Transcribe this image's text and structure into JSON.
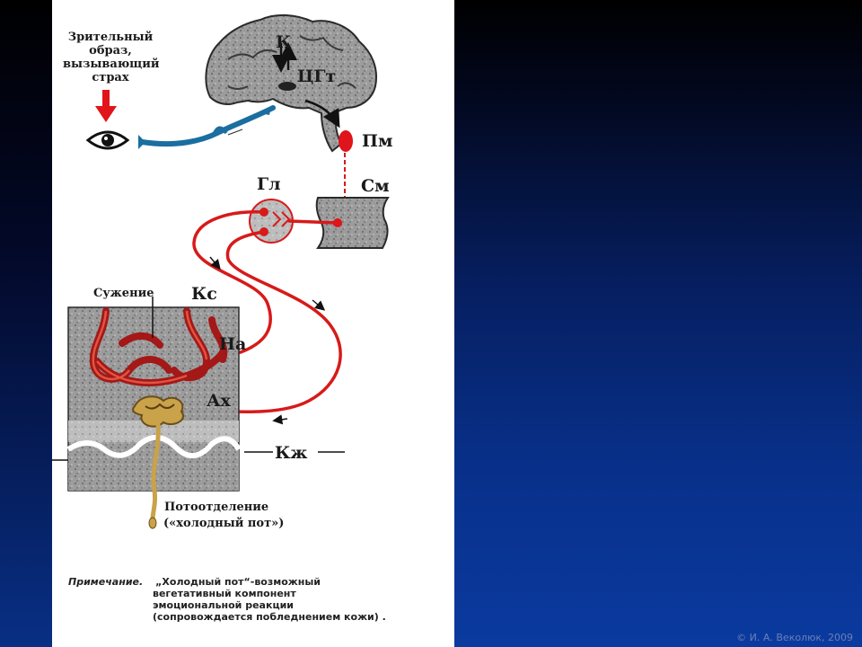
{
  "visual_stimulus": "Зрительный\nобраз,\nвызывающий\nстрах",
  "labels": {
    "cortex": "К",
    "cgt": "ЦГт",
    "pm": "Пм",
    "gl": "Гл",
    "sm": "См",
    "constriction": "Сужение",
    "ks": "Кс",
    "na": "На",
    "ax": "Ах",
    "kzh": "Кж",
    "sweating_line1": "Потоотделение",
    "sweating_line2": "(«холодный пот»)"
  },
  "note": {
    "head": "Примечание.",
    "line1": "„Холодный пот“-возможный",
    "line2": "вегетативный компонент",
    "line3": "эмоциональной  реакции",
    "line4": "(сопровождается побледнением кожи) ."
  },
  "copyright": "© И. А. Веколюк, 2009",
  "colors": {
    "nerve": "#d71a1a",
    "optic_path": "#1a6ea0",
    "tissue": "#9a9a9a",
    "sweat_gland": "#c9a24a"
  }
}
